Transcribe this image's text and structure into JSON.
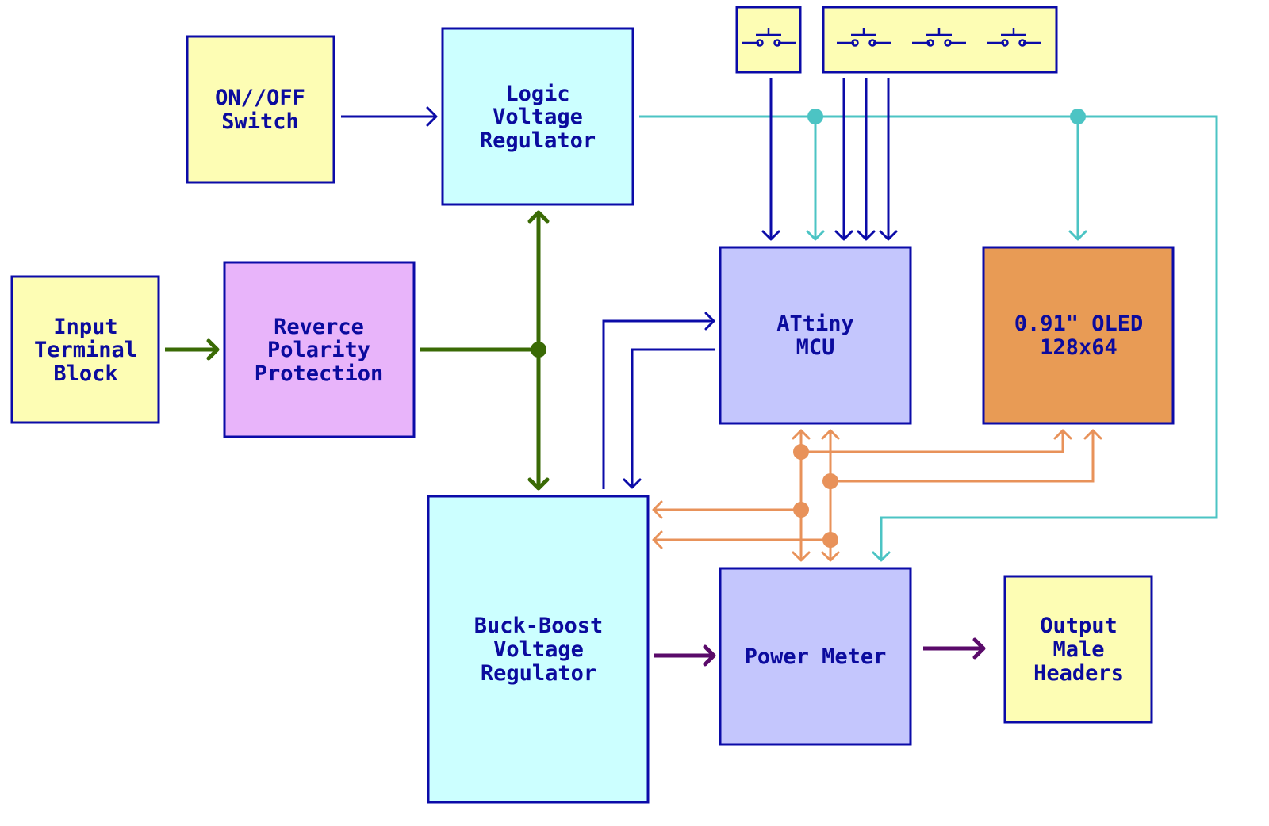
{
  "diagram": {
    "title": "Power supply block diagram",
    "colors": {
      "border": "#0b0ba8",
      "yellow": "#fdfdb4",
      "cyan": "#ccffff",
      "violet": "#e8b4fa",
      "periwinkle": "#c4c6fd",
      "orange": "#e89b55",
      "wire_blue": "#0b0ba8",
      "wire_teal": "#4cc4c4",
      "wire_green": "#3a6a05",
      "wire_orange": "#e8925a",
      "wire_purple": "#5a0a6a"
    },
    "blocks": {
      "on_off_switch": [
        "ON//OFF",
        "Switch"
      ],
      "logic_regulator": [
        "Logic",
        "Voltage",
        "Regulator"
      ],
      "input_terminal": [
        "Input",
        "Terminal",
        "Block"
      ],
      "reverse_polarity": [
        "Reverce",
        "Polarity",
        "Protection"
      ],
      "attiny_mcu": [
        "ATtiny",
        "MCU"
      ],
      "oled": [
        "0.91\" OLED",
        "128x64"
      ],
      "buck_boost": [
        "Buck-Boost",
        "Voltage",
        "Regulator"
      ],
      "power_meter": [
        "Power Meter"
      ],
      "output_headers": [
        "Output",
        "Male",
        "Headers"
      ]
    },
    "button_groups": [
      {
        "name": "single-pushbutton",
        "count": 1
      },
      {
        "name": "triple-pushbutton",
        "count": 3
      }
    ]
  }
}
